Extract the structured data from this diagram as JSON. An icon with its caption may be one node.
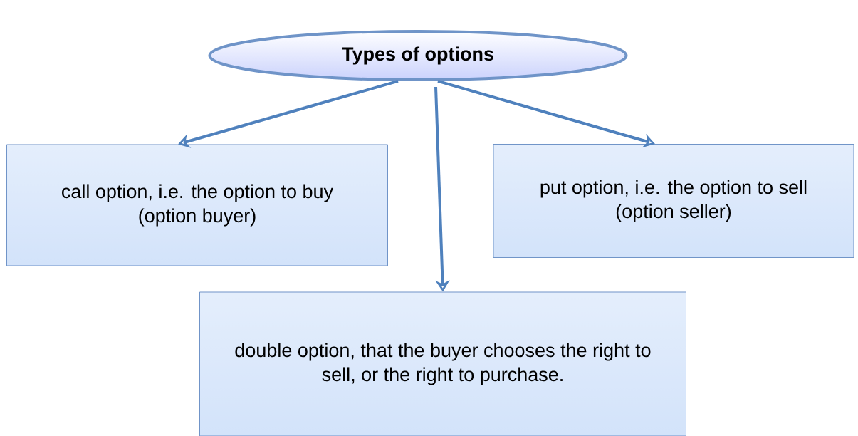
{
  "diagram": {
    "nodes": [
      {
        "text": [
          "Types of options"
        ]
      },
      {
        "text": [
          "call option, i.e. the option to buy (option buyer)"
        ]
      },
      {
        "text": [
          "put option, i.e. the option to sell (option seller)"
        ]
      },
      {
        "text": [
          "double option, that the buyer chooses the right to sell, or the right to purchase."
        ]
      }
    ],
    "edges": [
      {
        "from": 0,
        "to": 1,
        "arrow": "to"
      },
      {
        "from": 0,
        "to": 3,
        "arrow": "to"
      },
      {
        "from": 0,
        "to": 2,
        "arrow": "to"
      }
    ]
  }
}
